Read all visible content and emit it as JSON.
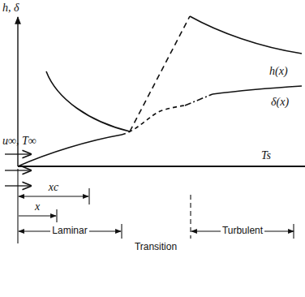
{
  "diagram": {
    "labels": [
      "h, δ",
      "u∞, T∞",
      "h(x)",
      "δ(x)",
      "Ts",
      "xc",
      "x",
      "Laminar",
      "Transition",
      "Turbulent"
    ]
  }
}
